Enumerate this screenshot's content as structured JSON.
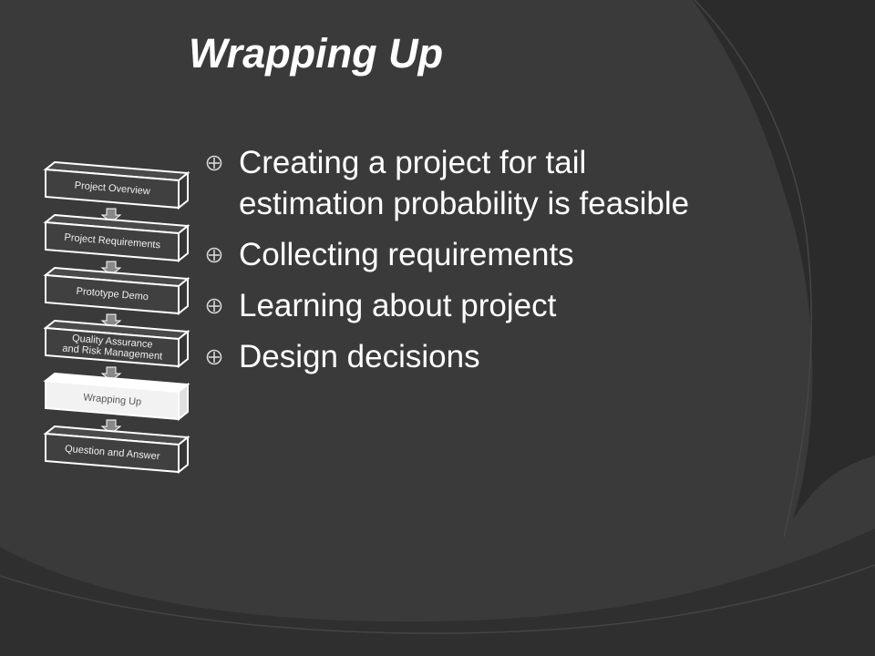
{
  "slide": {
    "title": "Wrapping Up",
    "bullets": [
      "Creating a project for tail estimation probability is feasible",
      "Collecting requirements",
      "Learning about project",
      "Design decisions"
    ]
  },
  "process": {
    "steps": [
      {
        "label": "Project Overview",
        "active": false
      },
      {
        "label": "Project Requirements",
        "active": false
      },
      {
        "label": "Prototype Demo",
        "active": false
      },
      {
        "label_line1": "Quality Assurance",
        "label_line2": "and Risk Management",
        "active": false
      },
      {
        "label": "Wrapping Up",
        "active": true
      },
      {
        "label": "Question and Answer",
        "active": false
      }
    ]
  },
  "colors": {
    "background": "#3a3a3a",
    "swoosh_dark": "#2b2b2b",
    "title_text": "#ffffff",
    "body_text": "#ffffff",
    "step_fill": "#404040",
    "step_active_fill": "#f2f2f2",
    "step_text": "#f0f0f0",
    "step_active_text": "#555555",
    "bullet_icon": "#d8d8d8"
  },
  "icons": {
    "bullet": "circled-plus-bullet-icon",
    "connector": "down-arrow-icon"
  }
}
